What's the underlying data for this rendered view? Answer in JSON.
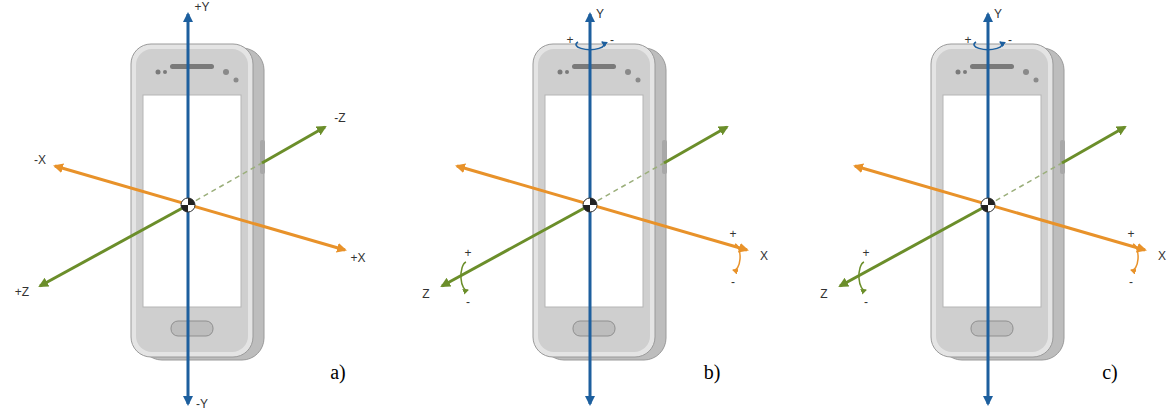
{
  "diagram": {
    "labels": [
      "+Y",
      "-Y",
      "-X",
      "+X",
      "+Z",
      "-Z",
      "a)",
      "Y",
      "+",
      "-",
      "Z",
      "+",
      "-",
      "X",
      "+",
      "-",
      "b)",
      "Y",
      "+",
      "-",
      "Z",
      "+",
      "-",
      "X",
      "+",
      "-",
      "c)"
    ]
  }
}
